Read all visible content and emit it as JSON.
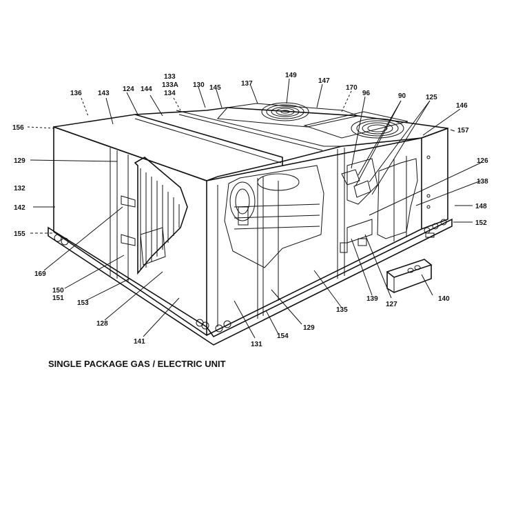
{
  "caption": "SINGLE PACKAGE GAS / ELECTRIC UNIT",
  "labels": {
    "l136": "136",
    "l143": "143",
    "l124": "124",
    "l144": "144",
    "l133": "133",
    "l133a": "133A",
    "l134": "134",
    "l130": "130",
    "l145": "145",
    "l137": "137",
    "l149": "149",
    "l147": "147",
    "l170": "170",
    "l96": "96",
    "l90": "90",
    "l125": "125",
    "l146": "146",
    "l156": "156",
    "l157": "157",
    "l129a": "129",
    "l132": "132",
    "l142": "142",
    "l155": "155",
    "l126": "126",
    "l138": "138",
    "l148": "148",
    "l152": "152",
    "l169": "169",
    "l150": "150",
    "l151": "151",
    "l153": "153",
    "l128": "128",
    "l141": "141",
    "l131": "131",
    "l154": "154",
    "l129b": "129",
    "l135": "135",
    "l139": "139",
    "l127": "127",
    "l140": "140"
  }
}
